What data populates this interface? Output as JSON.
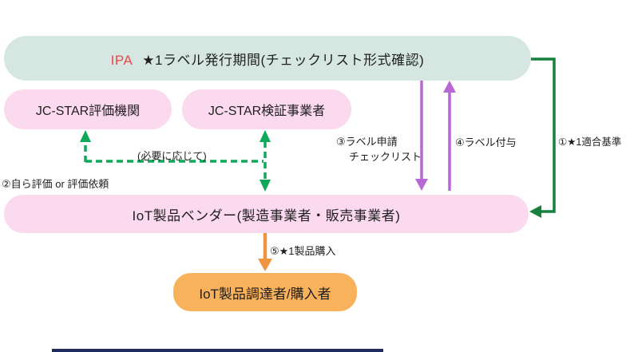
{
  "colors": {
    "teal_box": "#d6e7e2",
    "pink_box": "#fbd9ee",
    "orange_box": "#f8b25c",
    "green": "#17803e",
    "green_dashed": "#0fa958",
    "purple": "#b868d4",
    "orange_arrow": "#ef9540",
    "red_accent": "#e8474b",
    "text": "#1f1f1f",
    "navy_bar": "#1d2b5f"
  },
  "nodes": {
    "ipa": {
      "org": "IPA",
      "label": "★1ラベル発行期間(チェックリスト形式確認)"
    },
    "evaluator": {
      "label": "JC-STAR評価機関"
    },
    "verifier": {
      "label": "JC-STAR検証事業者"
    },
    "vendor": {
      "label": "IoT製品ベンダー(製造事業者・販売事業者)"
    },
    "procurer": {
      "label": "IoT製品調達者/購入者"
    }
  },
  "edge_labels": {
    "step1": "①★1適合基準",
    "step2": "②自ら評価 or 評価依頼",
    "step3_line1": "③ラベル申請",
    "step3_line2": "チェックリスト",
    "step4": "④ラベル付与",
    "step5": "⑤★1製品購入",
    "optional": "(必要に応じて)"
  }
}
